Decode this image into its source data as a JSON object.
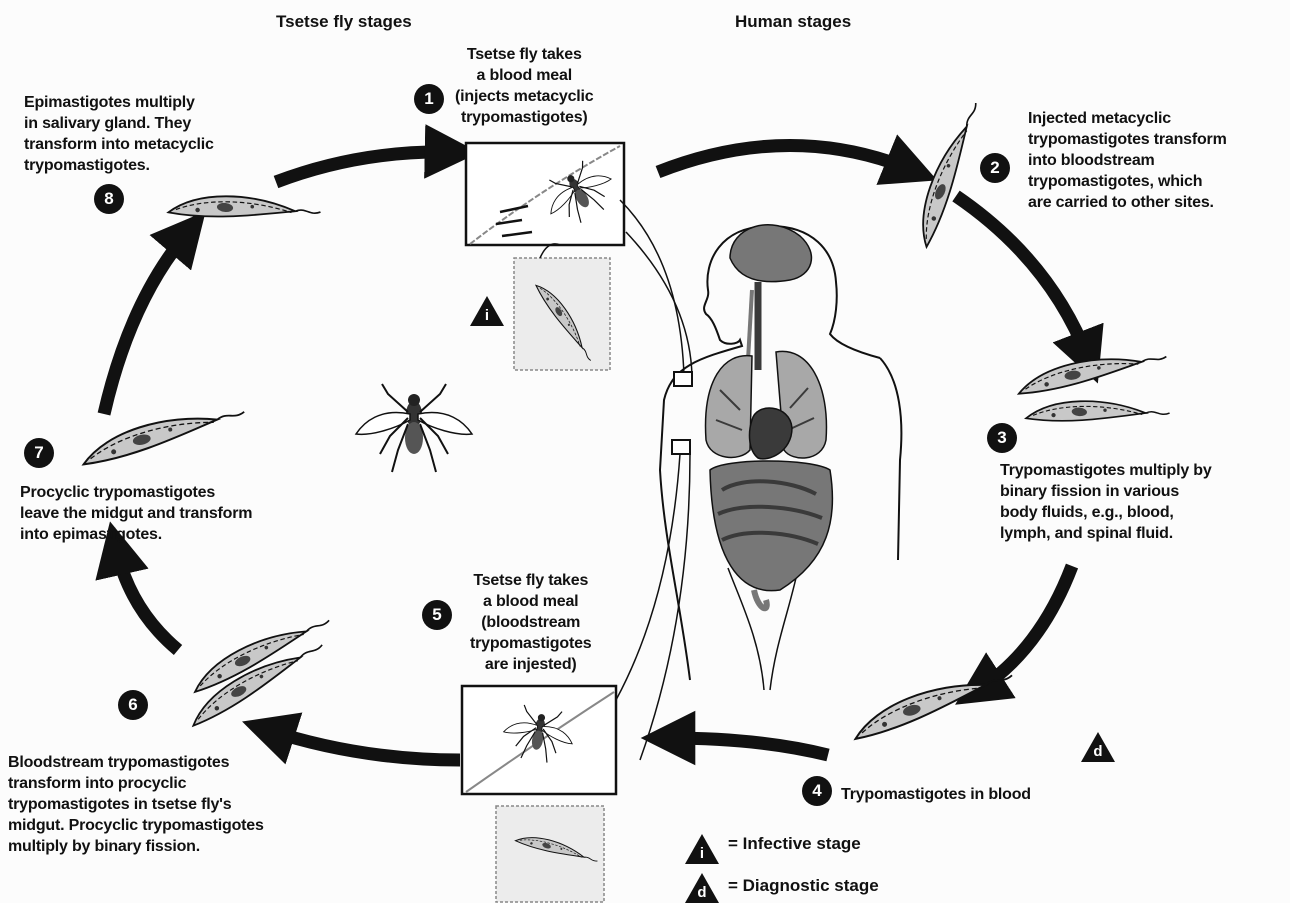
{
  "headers": {
    "tsetse": "Tsetse fly stages",
    "human": "Human stages"
  },
  "steps": [
    {
      "num": "1",
      "text": "Tsetse fly takes\na blood meal\n(injects metacyclic\ntrypomastigotes)"
    },
    {
      "num": "2",
      "text": "Injected metacyclic\ntrypomastigotes transform\ninto bloodstream\ntrypomastigotes, which\nare carried to other sites."
    },
    {
      "num": "3",
      "text": "Trypomastigotes multiply by\nbinary fission in various\nbody fluids, e.g., blood,\nlymph, and spinal fluid."
    },
    {
      "num": "4",
      "text": "Trypomastigotes in blood"
    },
    {
      "num": "5",
      "text": "Tsetse fly takes\na blood meal\n(bloodstream\ntrypomastigotes\nare injested)"
    },
    {
      "num": "6",
      "text": "Bloodstream trypomastigotes\ntransform into procyclic\ntrypomastigotes in tsetse fly's\nmidgut. Procyclic trypomastigotes\nmultiply by binary fission."
    },
    {
      "num": "7",
      "text": "Procyclic trypomastigotes\nleave the midgut and transform\ninto epimastigotes."
    },
    {
      "num": "8",
      "text": "Epimastigotes multiply\nin salivary gland. They\ntransform into metacyclic\ntrypomastigotes."
    }
  ],
  "markers": {
    "infective_letter": "i",
    "diagnostic_letter": "d"
  },
  "legend": {
    "infective": "= Infective stage",
    "diagnostic": "= Diagnostic stage"
  },
  "colors": {
    "ink": "#111111",
    "organ_dark": "#3a3a3a",
    "organ_mid": "#777777",
    "organ_light": "#a8a8a8",
    "parasite_fill": "#c8c8c8",
    "inset_fill": "#ececec"
  }
}
